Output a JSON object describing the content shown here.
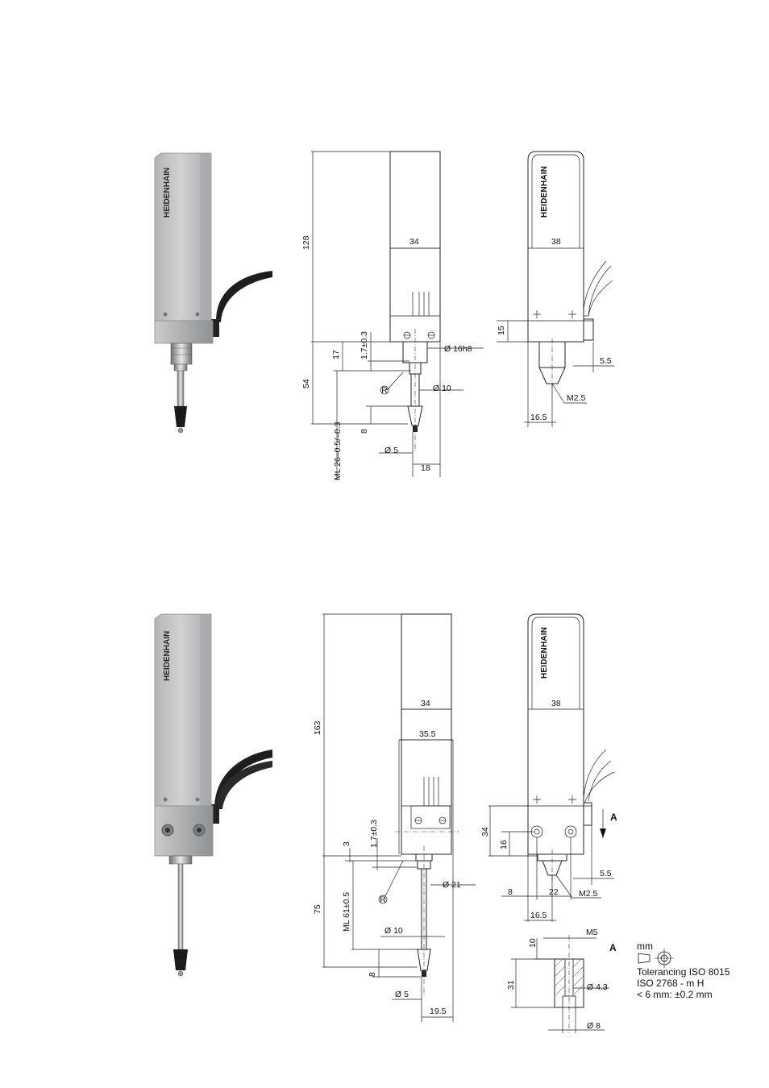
{
  "brand": "HEIDENHAIN",
  "colors": {
    "housing": "#bfc1c4",
    "housing_dark": "#9a9c9f",
    "cable": "#222222",
    "line": "#222222"
  },
  "top_drawing": {
    "front": {
      "height": "128",
      "width": "34",
      "probe_height": "54",
      "offset": "17",
      "tolerance": "1.7±0.3",
      "flange": "Ø 16h8",
      "stem": "Ø 10",
      "tip_len": "8",
      "tip": "Ø 5",
      "width_bottom": "18",
      "ml": "ML 26–0.5/–0.3",
      "r_label": "R"
    },
    "side": {
      "width": "38",
      "height": "15",
      "offset": "5.5",
      "thread": "M2.5",
      "bottom": "16.5"
    }
  },
  "bottom_drawing": {
    "front": {
      "height": "163",
      "width": "34",
      "width2": "35.5",
      "offset": "3",
      "tolerance": "1.7±0.3",
      "flange": "Ø 21",
      "probe_height": "75",
      "ml": "ML 61±0.5",
      "stem": "Ø 10",
      "tip_len": "8",
      "tip": "Ø 5",
      "width_bottom": "19.5",
      "r_label": "R"
    },
    "side": {
      "width": "38",
      "height": "34",
      "hole_pos": "16",
      "offset": "5.5",
      "gap": "8",
      "pitch": "22",
      "thread": "M2.5",
      "bottom": "16.5",
      "section_mark": "A"
    },
    "section": {
      "label": "A",
      "thread": "M5",
      "depth": "10",
      "height": "31",
      "hole": "Ø 4.3",
      "counterbore": "Ø 8"
    }
  },
  "notes": {
    "unit": "mm",
    "line1": "Tolerancing ISO 8015",
    "line2": "ISO 2768 - m H",
    "line3": "< 6 mm: ±0.2 mm"
  }
}
